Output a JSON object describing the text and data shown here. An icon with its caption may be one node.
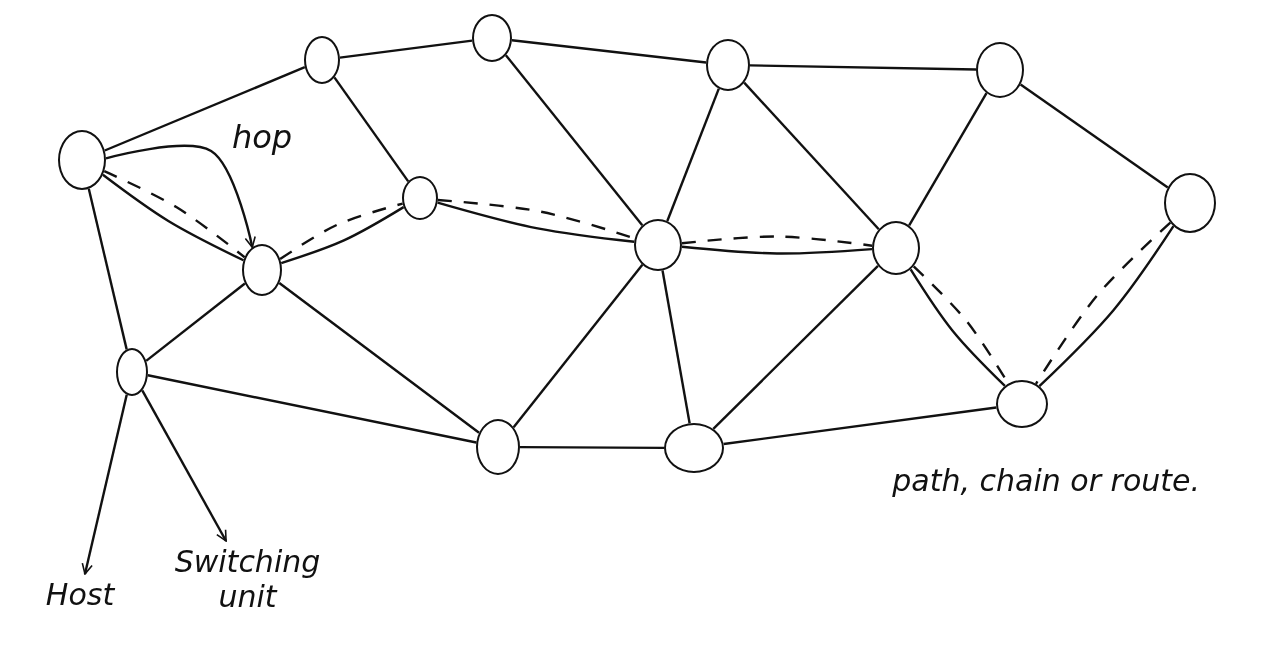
{
  "diagram": {
    "nodes": [
      {
        "text": [],
        "shape": "circle"
      },
      {
        "text": [],
        "shape": "circle"
      },
      {
        "text": [],
        "shape": "circle"
      },
      {
        "text": [],
        "shape": "circle"
      },
      {
        "text": [],
        "shape": "circle"
      },
      {
        "text": [],
        "shape": "circle"
      },
      {
        "text": [],
        "shape": "circle"
      },
      {
        "text": [],
        "shape": "circle"
      },
      {
        "text": [],
        "shape": "circle"
      },
      {
        "text": [],
        "shape": "circle"
      },
      {
        "text": [],
        "shape": "circle"
      },
      {
        "text": [],
        "shape": "circle"
      },
      {
        "text": [],
        "shape": "circle"
      },
      {
        "text": [],
        "shape": "circle"
      },
      {
        "text": [
          "Host"
        ]
      },
      {
        "text": [
          "Switching unit"
        ]
      }
    ],
    "edges": [
      {
        "from": 0,
        "to": 1,
        "arrow": "none"
      },
      {
        "from": 1,
        "to": 2,
        "arrow": "none"
      },
      {
        "from": 2,
        "to": 3,
        "arrow": "none"
      },
      {
        "from": 3,
        "to": 4,
        "arrow": "none"
      },
      {
        "from": 4,
        "to": 9,
        "arrow": "none"
      },
      {
        "from": 9,
        "to": 13,
        "arrow": "none"
      },
      {
        "from": 9,
        "to": 13,
        "arrow": "none",
        "style": "dashed"
      },
      {
        "from": 0,
        "to": 10,
        "arrow": "none"
      },
      {
        "from": 1,
        "to": 5,
        "arrow": "none"
      },
      {
        "from": 2,
        "to": 7,
        "arrow": "none"
      },
      {
        "from": 3,
        "to": 7,
        "arrow": "none"
      },
      {
        "from": 3,
        "to": 8,
        "arrow": "none"
      },
      {
        "from": 4,
        "to": 8,
        "arrow": "none"
      },
      {
        "from": 0,
        "to": 6,
        "arrow": "none"
      },
      {
        "from": 0,
        "to": 6,
        "arrow": "none",
        "style": "dashed"
      },
      {
        "from": 0,
        "to": 6,
        "arrow": "to",
        "label": "hop"
      },
      {
        "from": 6,
        "to": 5,
        "arrow": "none"
      },
      {
        "from": 6,
        "to": 5,
        "arrow": "none",
        "style": "dashed"
      },
      {
        "from": 5,
        "to": 7,
        "arrow": "none"
      },
      {
        "from": 5,
        "to": 7,
        "arrow": "none",
        "style": "dashed"
      },
      {
        "from": 7,
        "to": 8,
        "arrow": "none"
      },
      {
        "from": 7,
        "to": 8,
        "arrow": "none",
        "style": "dashed"
      },
      {
        "from": 8,
        "to": 13,
        "arrow": "none"
      },
      {
        "from": 8,
        "to": 13,
        "arrow": "none",
        "style": "dashed"
      },
      {
        "from": 6,
        "to": 10,
        "arrow": "none"
      },
      {
        "from": 6,
        "to": 11,
        "arrow": "none"
      },
      {
        "from": 10,
        "to": 11,
        "arrow": "none"
      },
      {
        "from": 11,
        "to": 7,
        "arrow": "none"
      },
      {
        "from": 7,
        "to": 12,
        "arrow": "none"
      },
      {
        "from": 11,
        "to": 12,
        "arrow": "none"
      },
      {
        "from": 12,
        "to": 8,
        "arrow": "none"
      },
      {
        "from": 12,
        "to": 13,
        "arrow": "none"
      },
      {
        "from": 10,
        "to": 14,
        "arrow": "to"
      },
      {
        "from": 10,
        "to": 15,
        "arrow": "to"
      }
    ],
    "labels": [
      "path, chain or route."
    ]
  }
}
